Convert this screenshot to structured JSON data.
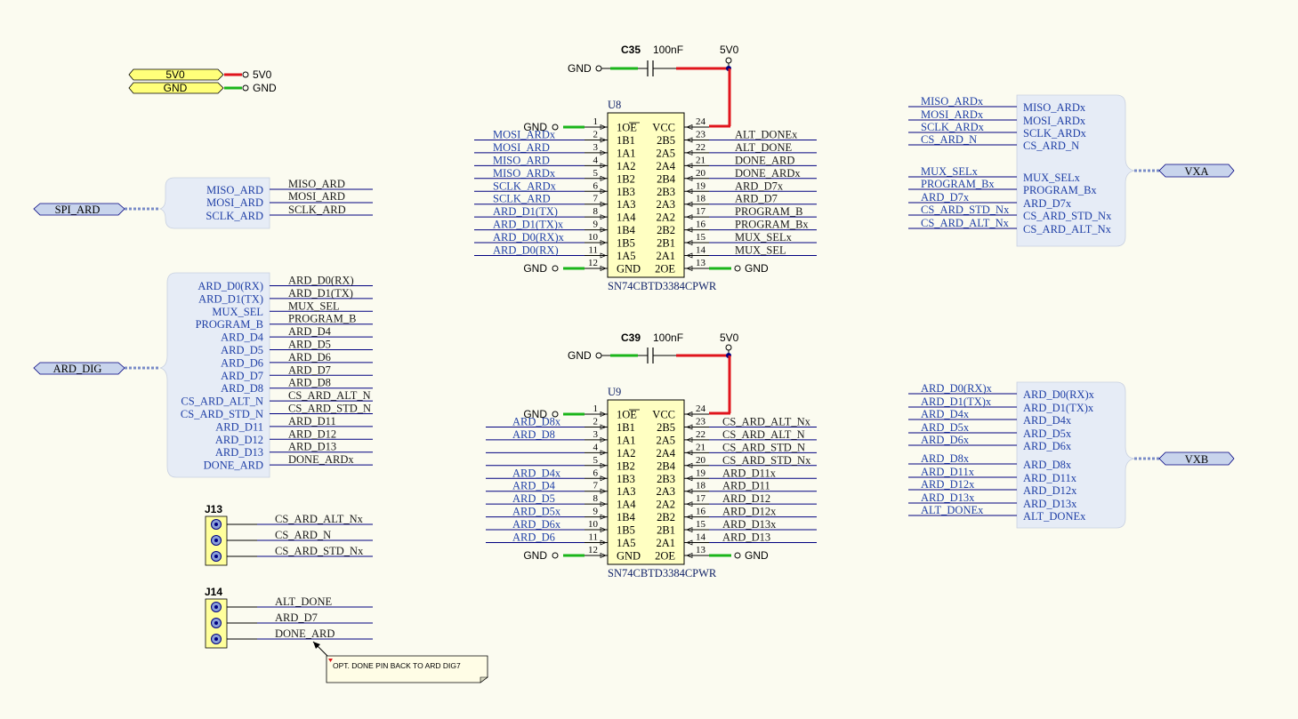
{
  "power_ports": {
    "p5v0": "5V0",
    "gnd": "GND"
  },
  "spi_port": {
    "label": "SPI_ARD",
    "entries": [
      "MISO_ARD",
      "MOSI_ARD",
      "SCLK_ARD"
    ],
    "nets": [
      "MISO_ARD",
      "MOSI_ARD",
      "SCLK_ARD"
    ]
  },
  "dig_port": {
    "label": "ARD_DIG",
    "entries": [
      "ARD_D0(RX)",
      "ARD_D1(TX)",
      "MUX_SEL",
      "PROGRAM_B",
      "ARD_D4",
      "ARD_D5",
      "ARD_D6",
      "ARD_D7",
      "ARD_D8",
      "CS_ARD_ALT_N",
      "CS_ARD_STD_N",
      "ARD_D11",
      "ARD_D12",
      "ARD_D13",
      "DONE_ARD"
    ],
    "nets": [
      "ARD_D0(RX)",
      "ARD_D1(TX)",
      "MUX_SEL",
      "PROGRAM_B",
      "ARD_D4",
      "ARD_D5",
      "ARD_D6",
      "ARD_D7",
      "ARD_D8",
      "CS_ARD_ALT_N",
      "CS_ARD_STD_N",
      "ARD_D11",
      "ARD_D12",
      "ARD_D13",
      "DONE_ARDx"
    ]
  },
  "j13": {
    "ref": "J13",
    "nets": [
      "CS_ARD_ALT_Nx",
      "CS_ARD_N",
      "CS_ARD_STD_Nx"
    ]
  },
  "j14": {
    "ref": "J14",
    "nets": [
      "ALT_DONE",
      "ARD_D7",
      "DONE_ARD"
    ]
  },
  "note": "OPT. DONE PIN BACK TO ARD DIG7",
  "caps": [
    {
      "ref": "C35",
      "value": "100nF",
      "power": "5V0",
      "gnd": "GND"
    },
    {
      "ref": "C39",
      "value": "100nF",
      "power": "5V0",
      "gnd": "GND"
    }
  ],
  "u8": {
    "ref": "U8",
    "part": "SN74CBTD3384CPWR",
    "left_pin_names": [
      "1OE",
      "1B1",
      "1A1",
      "1A2",
      "1B2",
      "1B3",
      "1A3",
      "1A4",
      "1B4",
      "1B5",
      "1A5",
      "GND"
    ],
    "right_pin_names": [
      "VCC",
      "2B5",
      "2A5",
      "2A4",
      "2B4",
      "2B3",
      "2A3",
      "2A2",
      "2B2",
      "2B1",
      "2A1",
      "2OE"
    ],
    "left_pin_numbers": [
      "1",
      "2",
      "3",
      "4",
      "5",
      "6",
      "7",
      "8",
      "9",
      "10",
      "11",
      "12"
    ],
    "right_pin_numbers": [
      "24",
      "23",
      "22",
      "21",
      "20",
      "19",
      "18",
      "17",
      "16",
      "15",
      "14",
      "13"
    ],
    "left_nets": [
      "GND",
      "MOSI_ARDx",
      "MOSI_ARD",
      "MISO_ARD",
      "MISO_ARDx",
      "SCLK_ARDx",
      "SCLK_ARD",
      "ARD_D1(TX)",
      "ARD_D1(TX)x",
      "ARD_D0(RX)x",
      "ARD_D0(RX)",
      "GND"
    ],
    "right_nets": [
      "",
      "ALT_DONEx",
      "ALT_DONE",
      "DONE_ARD",
      "DONE_ARDx",
      "ARD_D7x",
      "ARD_D7",
      "PROGRAM_B",
      "PROGRAM_Bx",
      "MUX_SELx",
      "MUX_SEL",
      "GND"
    ]
  },
  "u9": {
    "ref": "U9",
    "part": "SN74CBTD3384CPWR",
    "left_pin_names": [
      "1OE",
      "1B1",
      "1A1",
      "1A2",
      "1B2",
      "1B3",
      "1A3",
      "1A4",
      "1B4",
      "1B5",
      "1A5",
      "GND"
    ],
    "right_pin_names": [
      "VCC",
      "2B5",
      "2A5",
      "2A4",
      "2B4",
      "2B3",
      "2A3",
      "2A2",
      "2B2",
      "2B1",
      "2A1",
      "2OE"
    ],
    "left_pin_numbers": [
      "1",
      "2",
      "3",
      "4",
      "5",
      "6",
      "7",
      "8",
      "9",
      "10",
      "11",
      "12"
    ],
    "right_pin_numbers": [
      "24",
      "23",
      "22",
      "21",
      "20",
      "19",
      "18",
      "17",
      "16",
      "15",
      "14",
      "13"
    ],
    "left_nets": [
      "GND",
      "ARD_D8x",
      "ARD_D8",
      "",
      "",
      "ARD_D4x",
      "ARD_D4",
      "ARD_D5",
      "ARD_D5x",
      "ARD_D6x",
      "ARD_D6",
      "GND"
    ],
    "right_nets": [
      "",
      "CS_ARD_ALT_Nx",
      "CS_ARD_ALT_N",
      "CS_ARD_STD_N",
      "CS_ARD_STD_Nx",
      "ARD_D11x",
      "ARD_D11",
      "ARD_D12",
      "ARD_D12x",
      "ARD_D13x",
      "ARD_D13",
      "GND"
    ]
  },
  "vxa_port": {
    "label": "VXA",
    "nets": [
      "MISO_ARDx",
      "MOSI_ARDx",
      "SCLK_ARDx",
      "CS_ARD_N",
      "MUX_SELx",
      "PROGRAM_Bx",
      "ARD_D7x",
      "CS_ARD_STD_Nx",
      "CS_ARD_ALT_Nx"
    ],
    "entries": [
      "MISO_ARDx",
      "MOSI_ARDx",
      "SCLK_ARDx",
      "CS_ARD_N",
      "MUX_SELx",
      "PROGRAM_Bx",
      "ARD_D7x",
      "CS_ARD_STD_Nx",
      "CS_ARD_ALT_Nx"
    ]
  },
  "vxb_port": {
    "label": "VXB",
    "nets": [
      "ARD_D0(RX)x",
      "ARD_D1(TX)x",
      "ARD_D4x",
      "ARD_D5x",
      "ARD_D6x",
      "ARD_D8x",
      "ARD_D11x",
      "ARD_D12x",
      "ARD_D13x",
      "ALT_DONEx"
    ],
    "entries": [
      "ARD_D0(RX)x",
      "ARD_D1(TX)x",
      "ARD_D4x",
      "ARD_D5x",
      "ARD_D6x",
      "ARD_D8x",
      "ARD_D11x",
      "ARD_D12x",
      "ARD_D13x",
      "ALT_DONEx"
    ]
  },
  "colors": {
    "background": "#fbfbf0",
    "wire": "#000080",
    "power_wire": "#e0141c",
    "gnd_wire": "#1ab51a",
    "chip_fill": "#ffffc2",
    "harness_fill": "#e6ecf6"
  }
}
